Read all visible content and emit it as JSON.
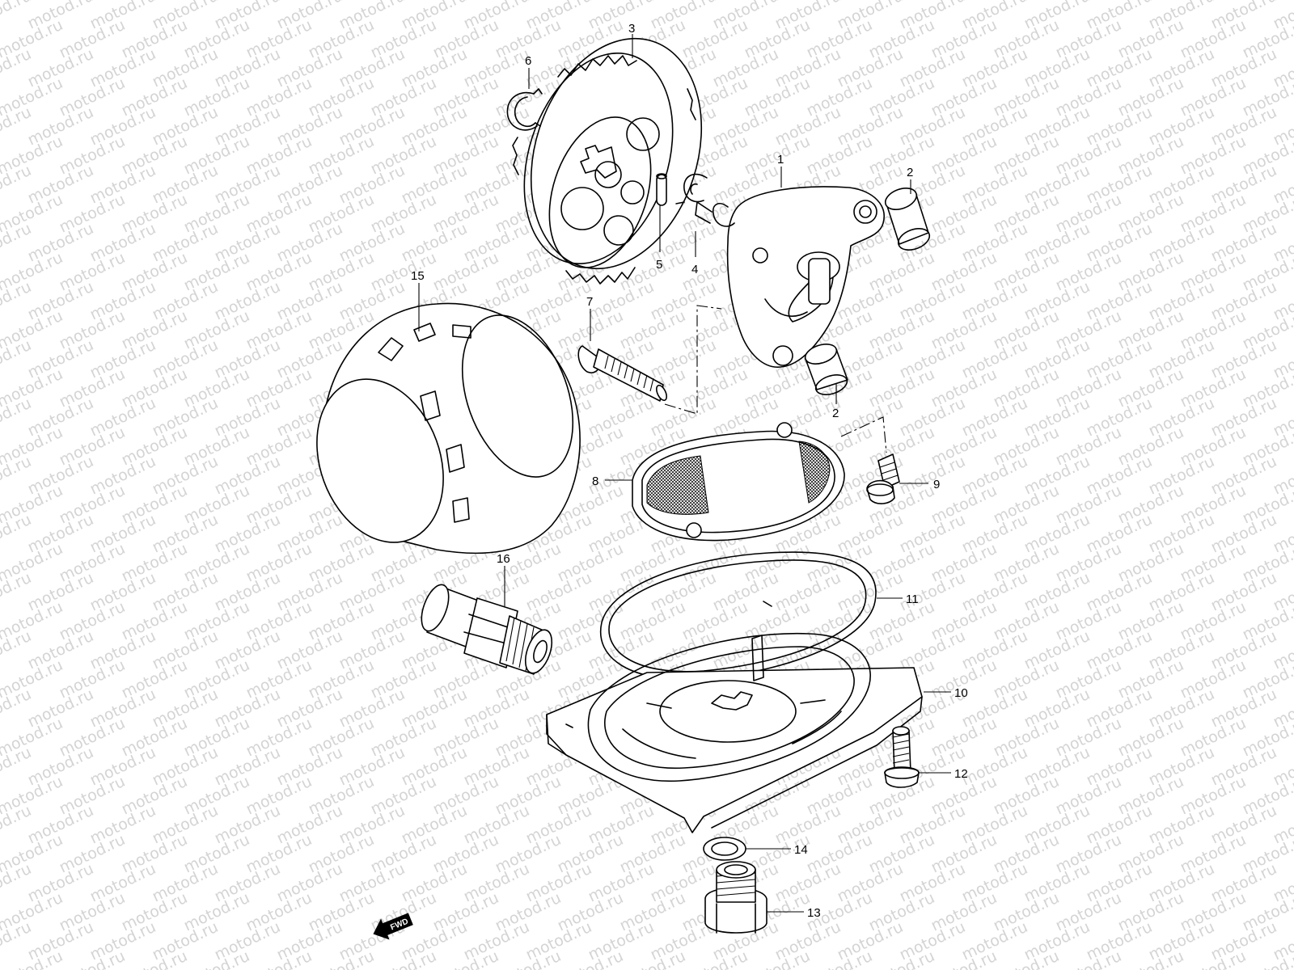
{
  "watermark": {
    "text": "motod.ru",
    "color": "#d4d4d4"
  },
  "direction_badge": {
    "label": "FWD",
    "icon": "arrow-left-icon"
  },
  "callouts": [
    {
      "id": "c1",
      "label": "1"
    },
    {
      "id": "c2a",
      "label": "2"
    },
    {
      "id": "c2b",
      "label": "2"
    },
    {
      "id": "c3",
      "label": "3"
    },
    {
      "id": "c4",
      "label": "4"
    },
    {
      "id": "c5",
      "label": "5"
    },
    {
      "id": "c6",
      "label": "6"
    },
    {
      "id": "c7",
      "label": "7"
    },
    {
      "id": "c8",
      "label": "8"
    },
    {
      "id": "c9",
      "label": "9"
    },
    {
      "id": "c10",
      "label": "10"
    },
    {
      "id": "c11",
      "label": "11"
    },
    {
      "id": "c12",
      "label": "12"
    },
    {
      "id": "c13",
      "label": "13"
    },
    {
      "id": "c14",
      "label": "14"
    },
    {
      "id": "c15",
      "label": "15"
    },
    {
      "id": "c16",
      "label": "16"
    }
  ]
}
